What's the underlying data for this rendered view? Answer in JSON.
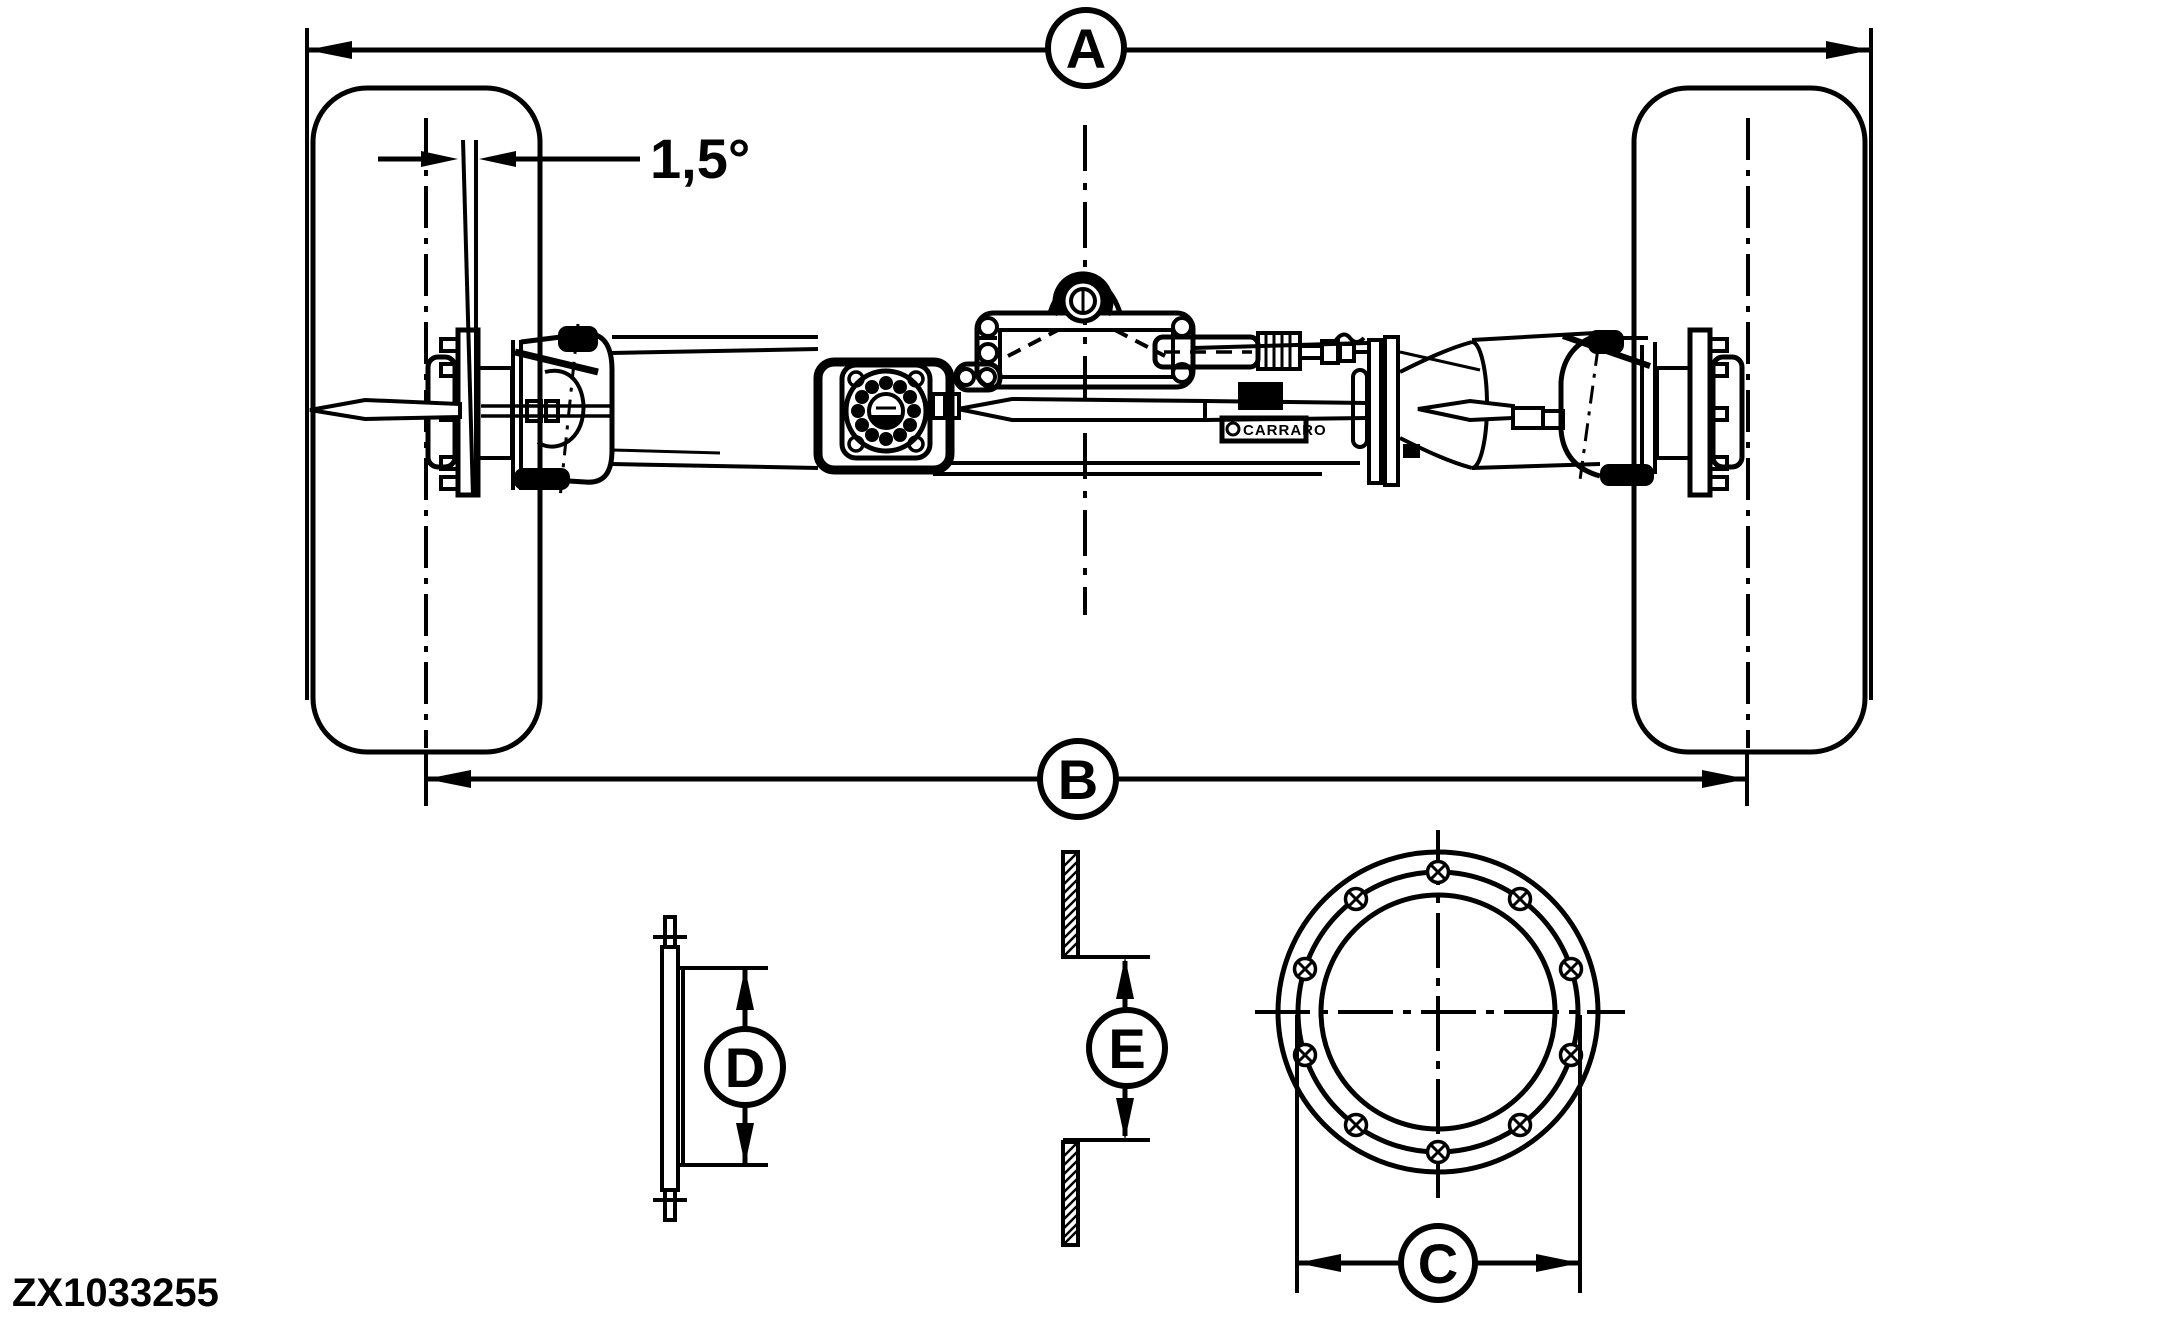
{
  "figure": {
    "code": "ZX1033255",
    "camber_angle": "1,5°",
    "brand": "CARRARO",
    "callouts": {
      "a": "A",
      "b": "B",
      "c": "C",
      "d": "D",
      "e": "E"
    },
    "line_color": "#000000",
    "background_color": "#ffffff"
  }
}
